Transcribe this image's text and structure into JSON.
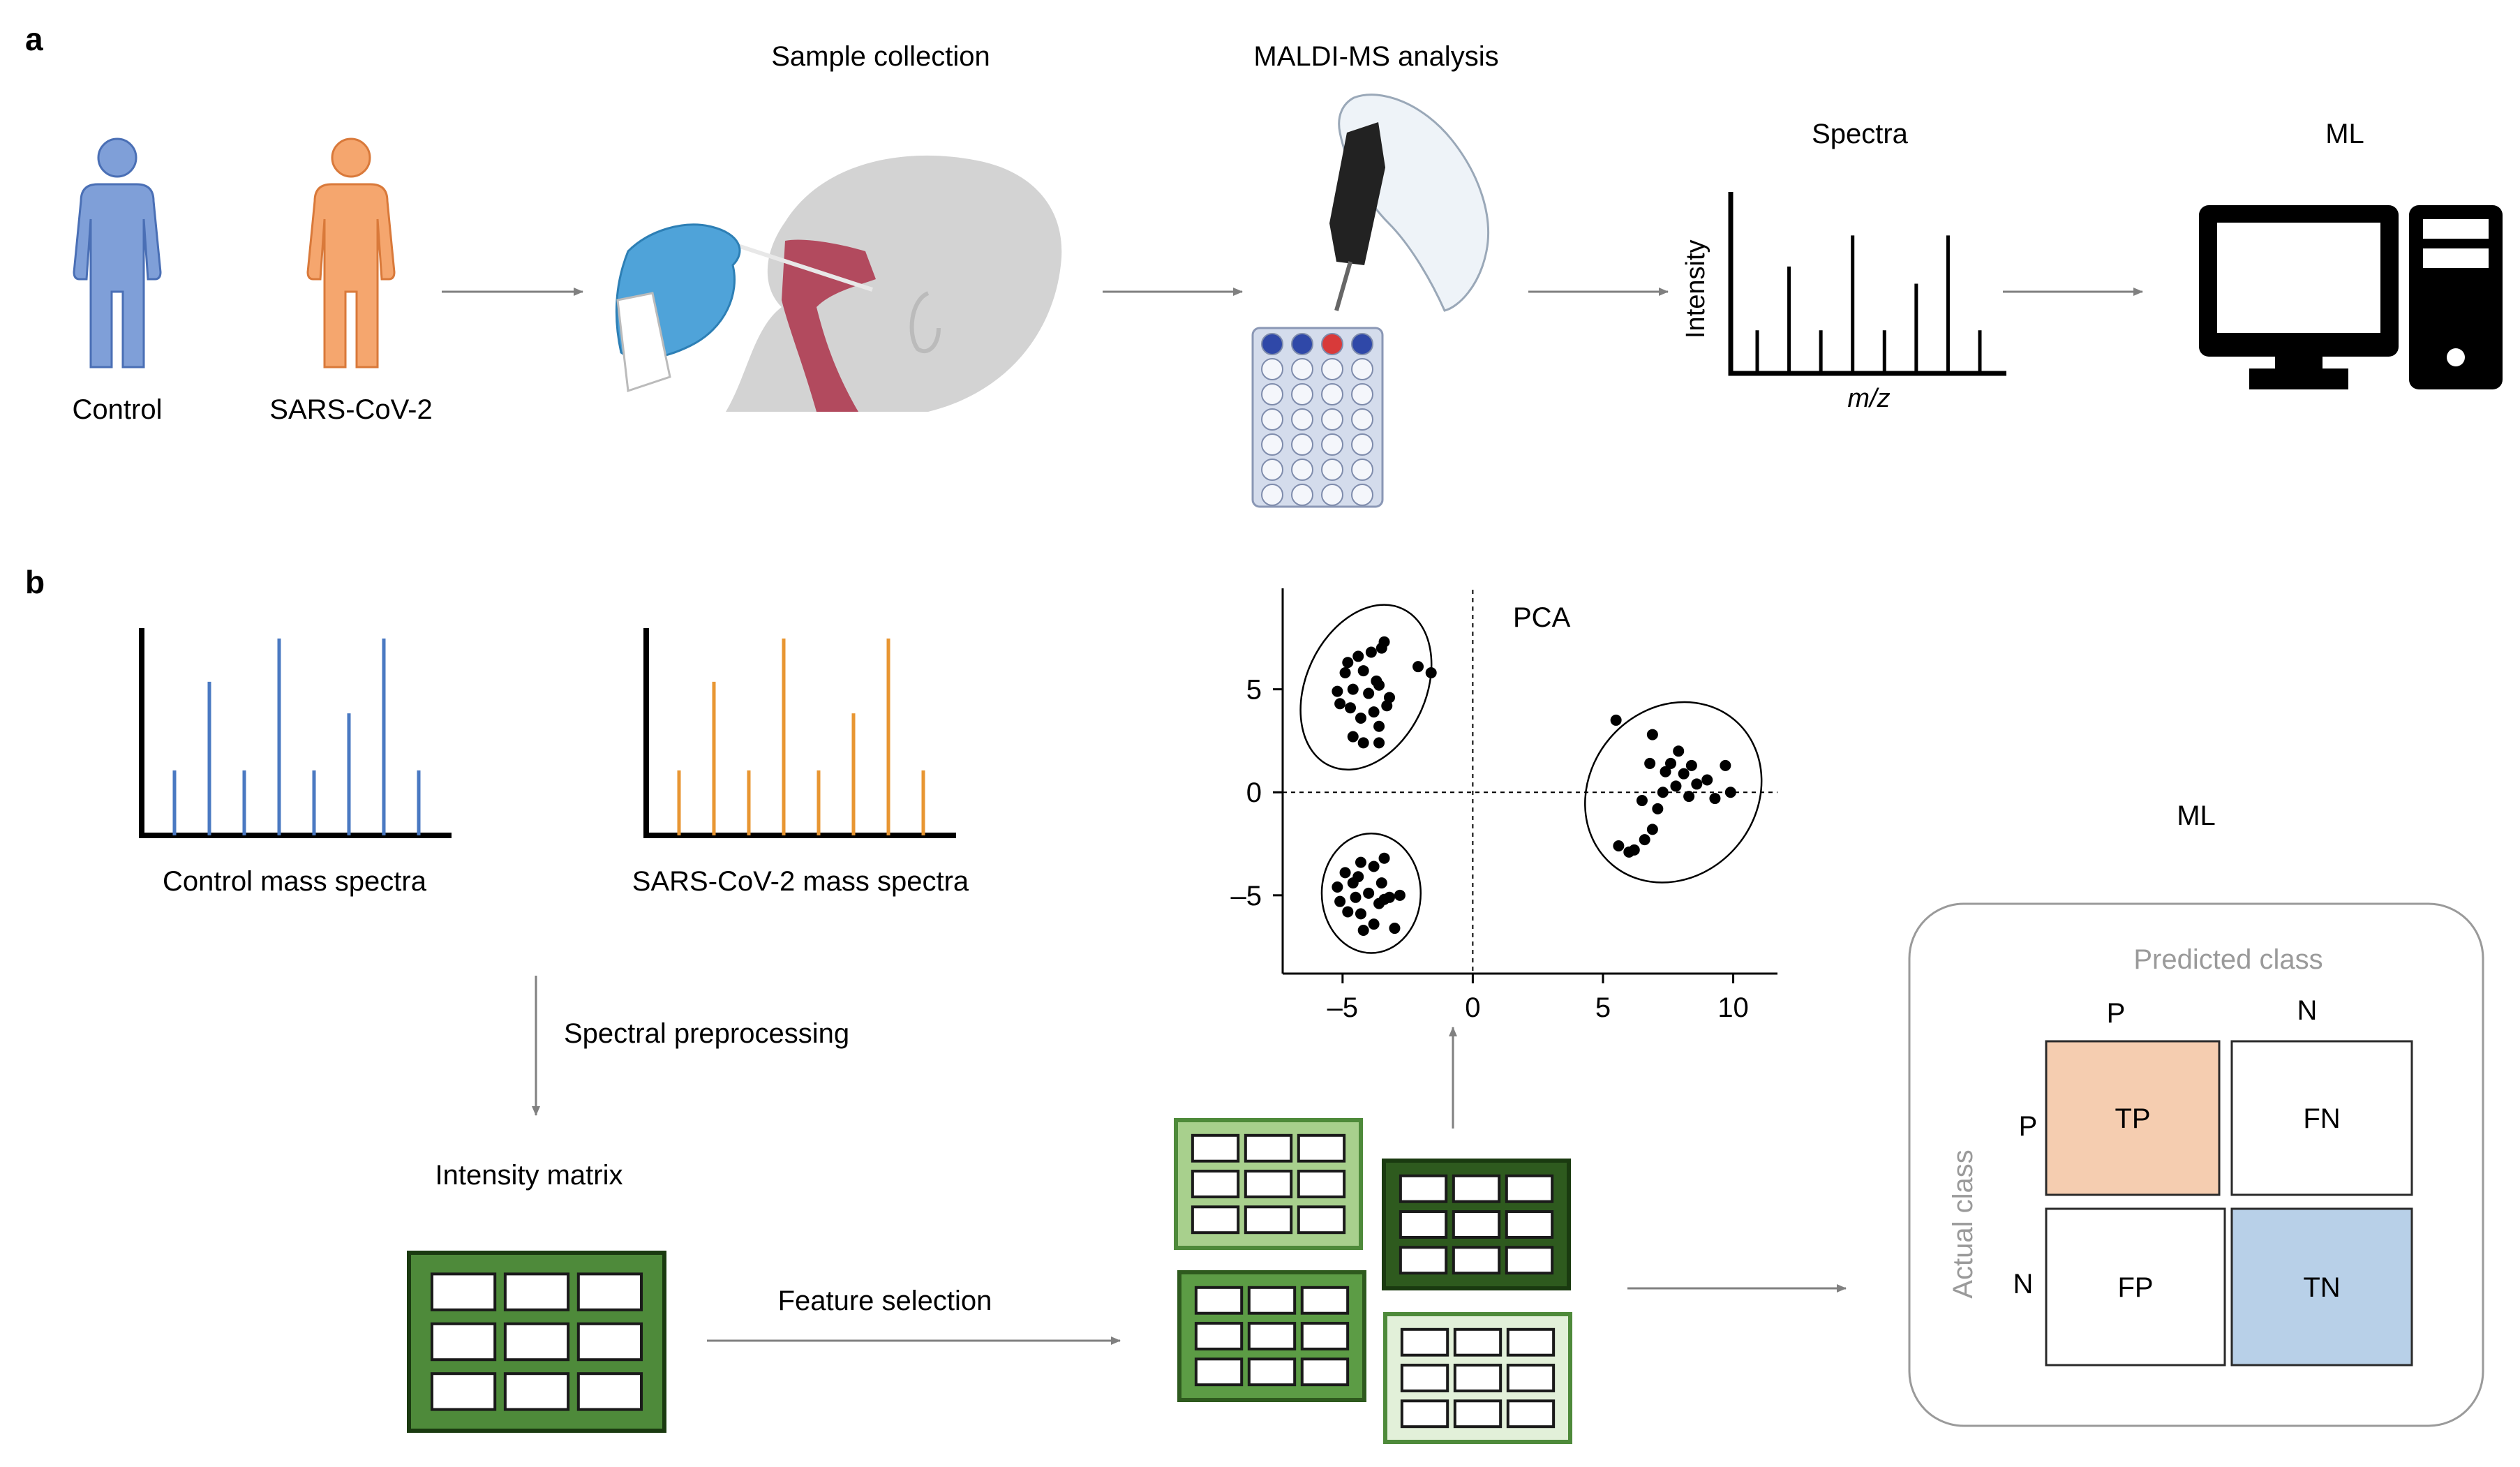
{
  "panels": {
    "a": {
      "label": "a",
      "people": [
        {
          "label": "Control",
          "color": "#7f9fd8",
          "stroke": "#4a6fb5"
        },
        {
          "label": "SARS-CoV-2",
          "color": "#f5a66e",
          "stroke": "#d9793a"
        }
      ],
      "steps": {
        "sample_collection": "Sample collection",
        "maldi": "MALDI-MS analysis",
        "spectra": "Spectra",
        "ml": "ML"
      },
      "spectra_axes": {
        "ylabel": "Intensity",
        "xlabel": "m/z"
      },
      "spectra_peaks": [
        0.25,
        0.62,
        0.25,
        0.8,
        0.25,
        0.52,
        0.8,
        0.25
      ]
    },
    "b": {
      "label": "b",
      "control_spectra": {
        "label": "Control mass spectra",
        "color": "#4a79c2",
        "peaks": [
          0.33,
          0.78,
          0.33,
          1.0,
          0.33,
          0.62,
          1.0,
          0.33
        ]
      },
      "sars_spectra": {
        "label": "SARS-CoV-2 mass spectra",
        "color": "#e89632",
        "peaks": [
          0.33,
          0.78,
          0.33,
          1.0,
          0.33,
          0.62,
          1.0,
          0.33
        ]
      },
      "spectral_preprocessing": "Spectral preprocessing",
      "intensity_matrix": "Intensity matrix",
      "feature_selection": "Feature selection",
      "ml_title": "ML",
      "confusion_matrix": {
        "predicted_label": "Predicted class",
        "actual_label": "Actual class",
        "col_labels": [
          "P",
          "N"
        ],
        "row_labels": [
          "P",
          "N"
        ],
        "cells": [
          [
            "TP",
            "FN"
          ],
          [
            "FP",
            "TN"
          ]
        ],
        "tp_color": "#f5cdb0",
        "tn_color": "#b8d0e8"
      },
      "matrix_colors": {
        "intensity": "#4e8a3a",
        "light": "#a8d08d",
        "dark": "#2e5a1e",
        "medium": "#5c9c45",
        "pale": "#e2f0d9"
      }
    }
  },
  "chart_data": {
    "type": "scatter",
    "title": "PCA",
    "xlabel": "",
    "ylabel": "",
    "xlim": [
      -7.3,
      11.7
    ],
    "ylim": [
      -8.8,
      9.9
    ],
    "xticks": [
      -5,
      0,
      5,
      10
    ],
    "xtick_labels": [
      "–5",
      "0",
      "5",
      "10"
    ],
    "yticks": [
      5,
      0,
      -5
    ],
    "ytick_labels": [
      "5",
      "0",
      "–5"
    ],
    "grid": false,
    "reference_lines": [
      {
        "axis": "x",
        "value": 0,
        "style": "dashed"
      },
      {
        "axis": "y",
        "value": 0,
        "style": "dashed"
      }
    ],
    "clusters": [
      {
        "ellipse": {
          "cx": -4.1,
          "cy": 5.1,
          "rx": 2.3,
          "ry": 4.2,
          "rotation": 25
        }
      },
      {
        "ellipse": {
          "cx": -3.9,
          "cy": -4.9,
          "rx": 1.9,
          "ry": 2.9,
          "rotation": 0
        }
      },
      {
        "ellipse": {
          "cx": 7.7,
          "cy": 0.0,
          "rx": 3.2,
          "ry": 4.6,
          "rotation": 40
        }
      }
    ],
    "series": [
      {
        "points": [
          [
            -4.8,
            6.3
          ],
          [
            -4.4,
            6.6
          ],
          [
            -3.9,
            6.8
          ],
          [
            -3.5,
            7.0
          ],
          [
            -3.4,
            7.3
          ],
          [
            -4.9,
            5.8
          ],
          [
            -4.2,
            5.9
          ],
          [
            -3.7,
            5.4
          ],
          [
            -5.2,
            4.9
          ],
          [
            -4.6,
            5.0
          ],
          [
            -4.0,
            4.8
          ],
          [
            -3.6,
            5.2
          ],
          [
            -5.1,
            4.3
          ],
          [
            -4.7,
            4.1
          ],
          [
            -4.3,
            3.6
          ],
          [
            -3.8,
            3.9
          ],
          [
            -3.3,
            4.2
          ],
          [
            -3.6,
            3.2
          ],
          [
            -4.6,
            2.7
          ],
          [
            -4.2,
            2.4
          ],
          [
            -3.6,
            2.4
          ],
          [
            -2.1,
            6.1
          ],
          [
            -1.6,
            5.8
          ],
          [
            -3.2,
            4.6
          ]
        ]
      },
      {
        "points": [
          [
            -4.3,
            -3.4
          ],
          [
            -3.8,
            -3.6
          ],
          [
            -3.4,
            -3.2
          ],
          [
            -4.9,
            -3.9
          ],
          [
            -4.4,
            -4.1
          ],
          [
            -3.5,
            -4.4
          ],
          [
            -5.2,
            -4.6
          ],
          [
            -4.0,
            -4.9
          ],
          [
            -4.5,
            -5.1
          ],
          [
            -3.6,
            -5.4
          ],
          [
            -3.2,
            -5.1
          ],
          [
            -2.8,
            -5.0
          ],
          [
            -4.8,
            -5.8
          ],
          [
            -4.3,
            -5.9
          ],
          [
            -3.8,
            -6.4
          ],
          [
            -4.2,
            -6.7
          ],
          [
            -3.0,
            -6.6
          ],
          [
            -5.1,
            -5.3
          ],
          [
            -3.4,
            -5.2
          ],
          [
            -4.6,
            -4.4
          ]
        ]
      },
      {
        "points": [
          [
            5.5,
            3.5
          ],
          [
            6.9,
            2.8
          ],
          [
            7.9,
            2.0
          ],
          [
            6.8,
            1.4
          ],
          [
            7.4,
            1.0
          ],
          [
            8.4,
            1.3
          ],
          [
            9.0,
            0.6
          ],
          [
            8.1,
            0.9
          ],
          [
            7.8,
            0.3
          ],
          [
            7.3,
            0.0
          ],
          [
            8.6,
            0.4
          ],
          [
            9.9,
            0.0
          ],
          [
            6.5,
            -0.4
          ],
          [
            7.1,
            -0.8
          ],
          [
            8.3,
            -0.2
          ],
          [
            6.9,
            -1.8
          ],
          [
            6.6,
            -2.3
          ],
          [
            6.2,
            -2.8
          ],
          [
            6.0,
            -2.9
          ],
          [
            5.6,
            -2.6
          ],
          [
            9.3,
            -0.3
          ],
          [
            9.7,
            1.3
          ],
          [
            7.6,
            1.4
          ]
        ]
      }
    ]
  }
}
